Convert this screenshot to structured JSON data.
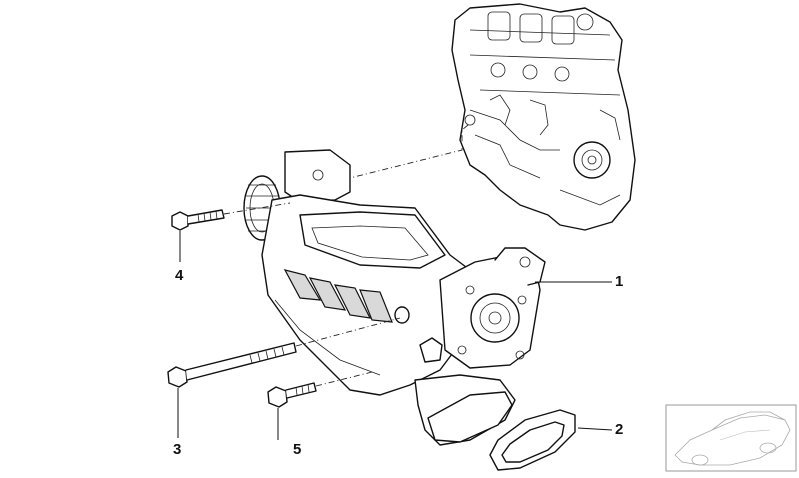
{
  "callouts": {
    "c1": "1",
    "c2": "2",
    "c3": "3",
    "c4": "4",
    "c5": "5"
  },
  "icons": {
    "engine": "engine-block-icon",
    "supercharger": "supercharger-assembly-icon",
    "gasket": "gasket-icon",
    "bolt": "bolt-icon",
    "car": "car-thumbnail-icon"
  },
  "colors": {
    "line": "#111111",
    "background": "#ffffff"
  }
}
